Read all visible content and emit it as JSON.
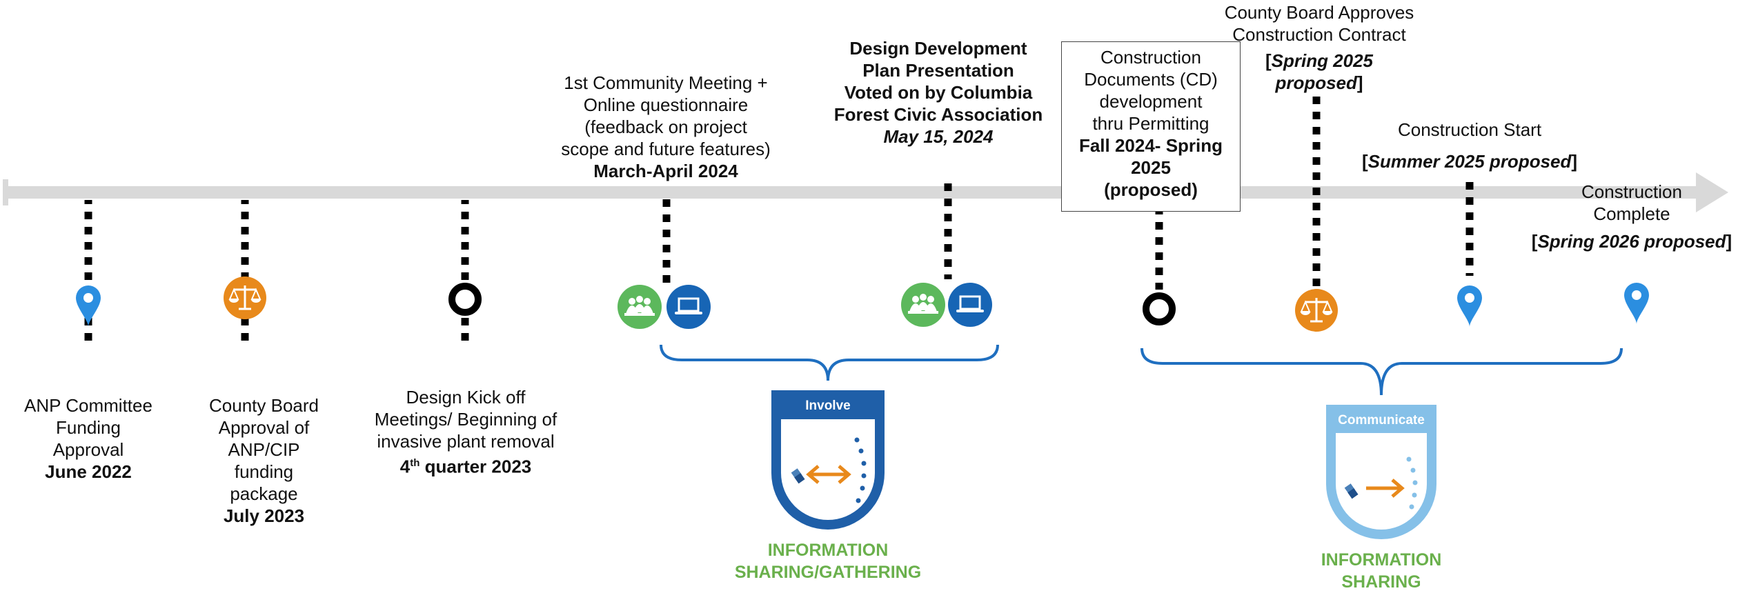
{
  "milestones": [
    {
      "lines": [
        {
          "text": "ANP Committee",
          "style": "n"
        },
        {
          "text": "Funding",
          "style": "n"
        },
        {
          "text": "Approval",
          "style": "n"
        },
        {
          "text": "June 2022",
          "style": "b"
        }
      ],
      "marker": "pin-blue"
    },
    {
      "lines": [
        {
          "text": "County Board",
          "style": "n"
        },
        {
          "text": "Approval of",
          "style": "n"
        },
        {
          "text": "ANP/CIP",
          "style": "n"
        },
        {
          "text": "funding",
          "style": "n"
        },
        {
          "text": "package",
          "style": "n"
        },
        {
          "text": "July 2023",
          "style": "b"
        }
      ],
      "marker": "scales-orange"
    },
    {
      "lines": [
        {
          "text": "Design Kick off",
          "style": "n"
        },
        {
          "text": "Meetings/ Beginning of",
          "style": "n"
        },
        {
          "text": "invasive plant removal",
          "style": "n"
        }
      ],
      "date_prefix": "4",
      "date_sup": "th",
      "date_suffix": " quarter 2023",
      "marker": "ring-black"
    },
    {
      "lines": [
        {
          "text": "1st Community Meeting +",
          "style": "n"
        },
        {
          "text": "Online questionnaire",
          "style": "n"
        },
        {
          "text": "(feedback on project",
          "style": "n"
        },
        {
          "text": "scope and future features)",
          "style": "n"
        },
        {
          "text": "March-April 2024",
          "style": "b"
        }
      ],
      "marker": "group-laptop"
    },
    {
      "lines": [
        {
          "text": "Design Development",
          "style": "b"
        },
        {
          "text": "Plan Presentation",
          "style": "b"
        },
        {
          "text": "Voted on by Columbia",
          "style": "b"
        },
        {
          "text": "Forest Civic Association",
          "style": "b"
        },
        {
          "text": "May 15, 2024",
          "style": "bi"
        }
      ],
      "marker": "group-laptop"
    },
    {
      "lines": [
        {
          "text": "Construction",
          "style": "n"
        },
        {
          "text": "Documents (CD)",
          "style": "n"
        },
        {
          "text": "development",
          "style": "n"
        },
        {
          "text": "thru Permitting",
          "style": "n"
        },
        {
          "text": "Fall 2024- Spring",
          "style": "b"
        },
        {
          "text": "2025",
          "style": "b"
        },
        {
          "text": "(proposed)",
          "style": "b"
        }
      ],
      "marker": "ring-black"
    },
    {
      "lines": [
        {
          "text": "County Board Approves",
          "style": "n"
        },
        {
          "text": "Construction Contract",
          "style": "n"
        }
      ],
      "bracket_lines": [
        "Spring 2025",
        "proposed"
      ],
      "marker": "scales-orange"
    },
    {
      "lines": [
        {
          "text": "Construction Start",
          "style": "n"
        }
      ],
      "bracket_lines": [
        "Summer 2025 proposed"
      ],
      "marker": "pin-blue"
    },
    {
      "lines": [
        {
          "text": "Construction",
          "style": "n"
        },
        {
          "text": "Complete",
          "style": "n"
        }
      ],
      "bracket_lines": [
        "Spring 2026 proposed"
      ],
      "marker": "pin-blue"
    }
  ],
  "phases": [
    {
      "badge": "Involve",
      "caption_lines": [
        "INFORMATION",
        "SHARING/GATHERING"
      ],
      "color": "#1f5fa8"
    },
    {
      "badge": "Communicate",
      "caption_lines": [
        "INFORMATION",
        "SHARING"
      ],
      "color": "#85c0e8"
    }
  ],
  "colors": {
    "timeline": "#d9d9d9",
    "pin": "#2b8ee0",
    "orange": "#e8891b",
    "green": "#5cb85c",
    "blue_dark": "#1765b5",
    "bracket": "#1f6fc0",
    "caption_green": "#6ab04c"
  }
}
